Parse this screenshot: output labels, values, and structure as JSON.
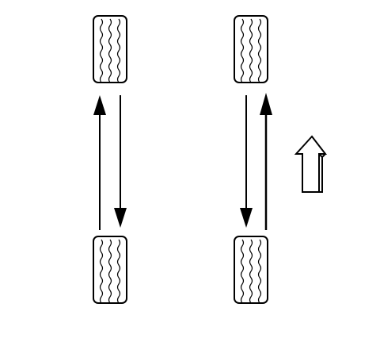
{
  "diagram": {
    "tires": [
      {
        "id": "front-left",
        "label": "",
        "group": "left"
      },
      {
        "id": "front-right",
        "label": "",
        "group": "right"
      },
      {
        "id": "rear-left",
        "label": "",
        "group": "left"
      },
      {
        "id": "rear-right",
        "label": "",
        "group": "right"
      }
    ],
    "rotation_arrows": [
      {
        "from": "rear-left",
        "to": "front-left"
      },
      {
        "from": "front-left",
        "to": "rear-left"
      },
      {
        "from": "front-right",
        "to": "rear-right"
      },
      {
        "from": "rear-right",
        "to": "front-right"
      }
    ],
    "direction_indicator": {
      "icon": "forward-arrow-icon",
      "points": "up"
    },
    "colors": {
      "stroke": "#000000",
      "background": "#ffffff"
    }
  }
}
